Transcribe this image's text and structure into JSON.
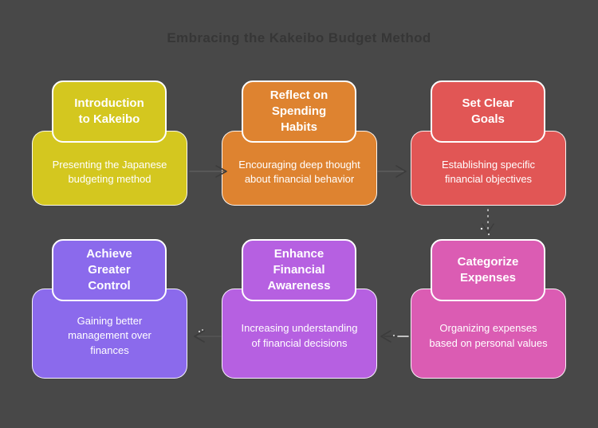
{
  "title": "Embracing the Kakeibo Budget Method",
  "colors": {
    "background": "#484848",
    "card_border": "#ffffff",
    "arrow_dark": "#3c3c3c",
    "title_text": "#363636"
  },
  "nodes": [
    {
      "id": "introduction-to-kakeibo",
      "title": "Introduction\nto Kakeibo",
      "description": "Presenting the Japanese\nbudgeting method",
      "color": "#d4c71f"
    },
    {
      "id": "reflect-on-spending-habits",
      "title": "Reflect on\nSpending\nHabits",
      "description": "Encouraging deep thought\nabout financial behavior",
      "color": "#de8330"
    },
    {
      "id": "set-clear-goals",
      "title": "Set Clear\nGoals",
      "description": "Establishing specific\nfinancial objectives",
      "color": "#e15655"
    },
    {
      "id": "achieve-greater-control",
      "title": "Achieve\nGreater\nControl",
      "description": "Gaining better\nmanagement over\nfinances",
      "color": "#8b6aec"
    },
    {
      "id": "enhance-financial-awareness",
      "title": "Enhance\nFinancial\nAwareness",
      "description": "Increasing understanding\nof financial decisions",
      "color": "#b660e1"
    },
    {
      "id": "categorize-expenses",
      "title": "Categorize\nExpenses",
      "description": "Organizing expenses\nbased on personal values",
      "color": "#db5cb3"
    }
  ],
  "connectors": [
    {
      "from": "introduction-to-kakeibo",
      "to": "reflect-on-spending-habits",
      "direction": "right"
    },
    {
      "from": "reflect-on-spending-habits",
      "to": "set-clear-goals",
      "direction": "right"
    },
    {
      "from": "set-clear-goals",
      "to": "categorize-expenses",
      "direction": "down"
    },
    {
      "from": "categorize-expenses",
      "to": "enhance-financial-awareness",
      "direction": "left"
    },
    {
      "from": "enhance-financial-awareness",
      "to": "achieve-greater-control",
      "direction": "left"
    }
  ]
}
